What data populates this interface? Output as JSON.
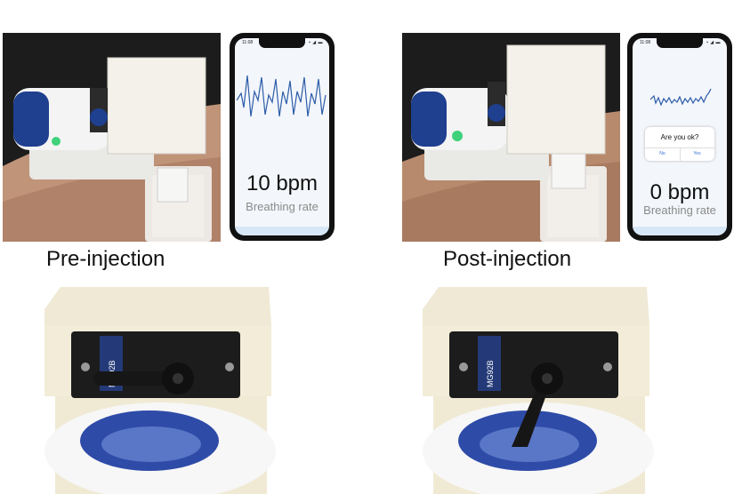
{
  "panels": {
    "pre": {
      "caption": "Pre-injection",
      "phone": {
        "time": "11:08",
        "status_icons": "▪ ◢ ▬",
        "bpm": "10 bpm",
        "label": "Breathing rate"
      }
    },
    "post": {
      "caption": "Post-injection",
      "phone": {
        "time": "11:08",
        "status_icons": "▪ ◢ ▬",
        "bpm": "0 bpm",
        "label": "Breathing rate",
        "dialog": {
          "title": "Are you ok?",
          "no": "No",
          "yes": "Yes"
        }
      }
    }
  },
  "servo_labels": {
    "pre": "MG92B",
    "post": "MG92B"
  },
  "colors": {
    "device_blue": "#1f3f8f",
    "waveform": "#2b5ca8",
    "led_green": "#3fd27a",
    "box_white": "#f3f1ea"
  }
}
